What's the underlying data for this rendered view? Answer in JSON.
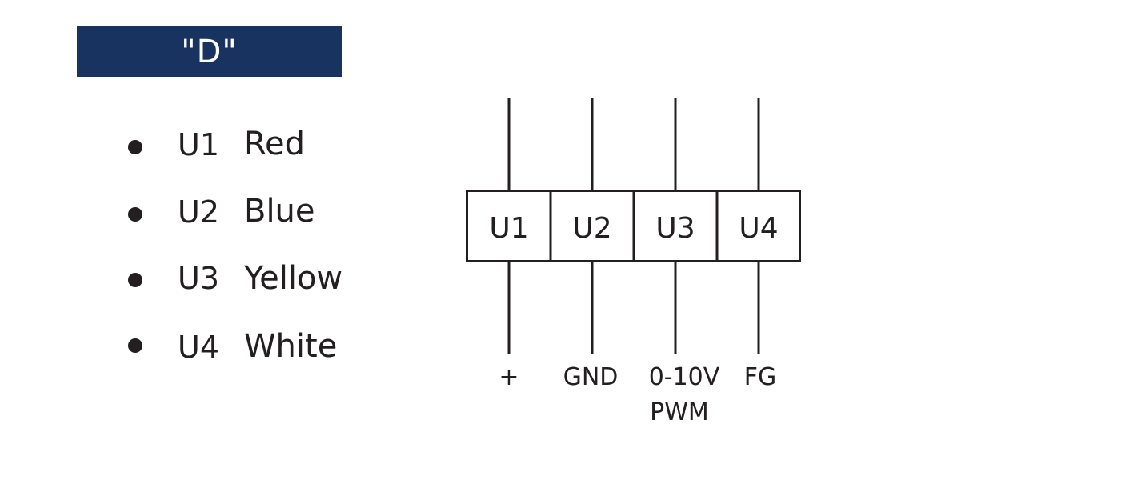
{
  "title": "\"D\"",
  "legend": [
    {
      "code": "U1",
      "color": "Red"
    },
    {
      "code": "U2",
      "color": "Blue"
    },
    {
      "code": "U3",
      "color": "Yellow"
    },
    {
      "code": "U4",
      "color": "White"
    }
  ],
  "connector": {
    "terminals": [
      "U1",
      "U2",
      "U3",
      "U4"
    ],
    "pins": [
      {
        "line1": "+",
        "line2": ""
      },
      {
        "line1": "GND",
        "line2": ""
      },
      {
        "line1": "0-10V",
        "line2": "PWM"
      },
      {
        "line1": "FG",
        "line2": ""
      }
    ]
  },
  "colors": {
    "title_bar": "#18335f",
    "title_text": "#ffffff",
    "ink": "#231f20"
  }
}
